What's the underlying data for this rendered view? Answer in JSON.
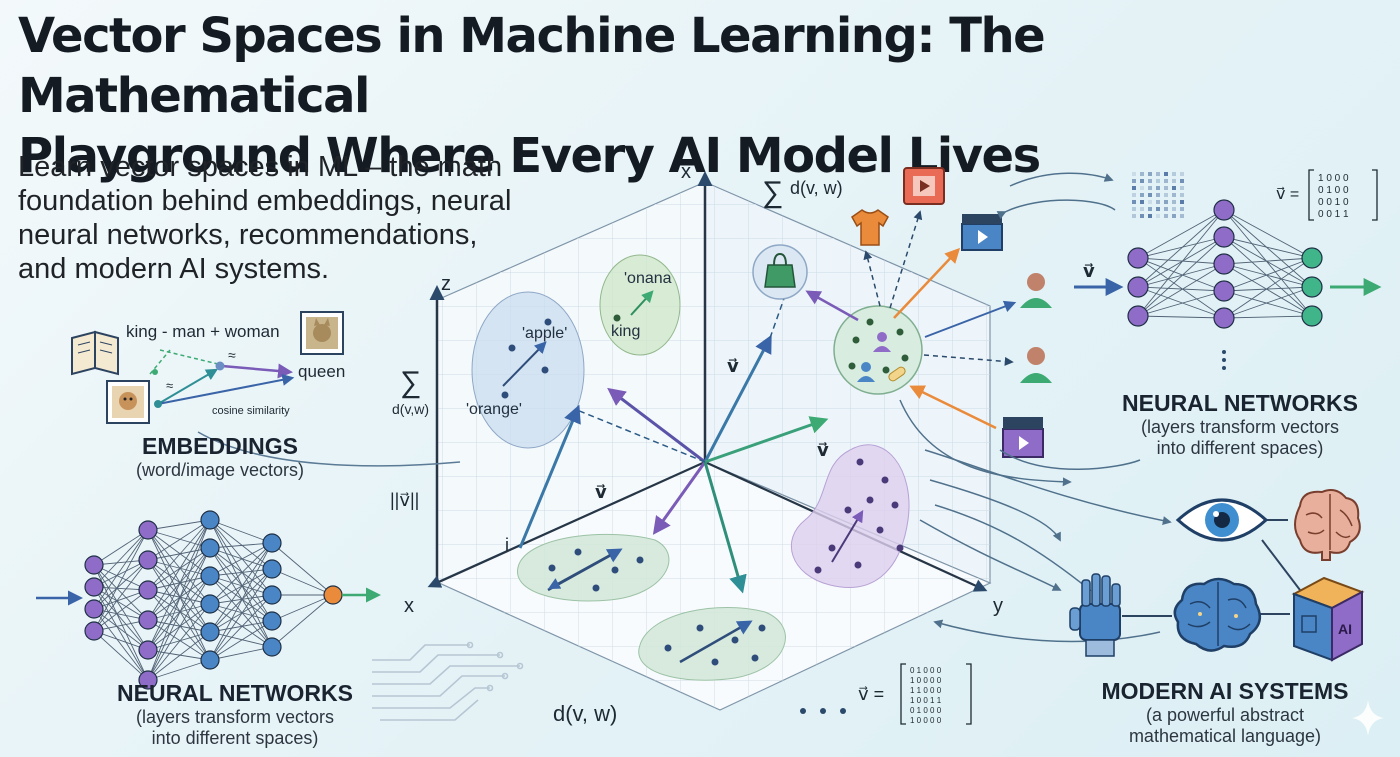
{
  "title": [
    "Vector Spaces in Machine Learning: The Mathematical",
    "Playground Where Every AI Model Lives"
  ],
  "subtitle": [
    "Learn vector spaces in ML – the math",
    "foundation behind embeddings, neural",
    "neural networks, recommendations,",
    "and modern AI systems."
  ],
  "sections": {
    "embeddings": {
      "heading": "EMBEDDINGS",
      "sub": "(word/image vectors)"
    },
    "neural_left": {
      "heading": "NEURAL NETWORKS",
      "sub": [
        "(layers transform vectors",
        "into different spaces)"
      ]
    },
    "neural_right": {
      "heading": "NEURAL NETWORKS",
      "sub": [
        "(layers transform vectors",
        "into different spaces)"
      ]
    },
    "modern_ai": {
      "heading": "MODERN AI SYSTEMS",
      "sub": [
        "(a powerful abstract",
        "mathematical language)"
      ]
    }
  },
  "embedding_labels": {
    "analogy": "king - man + woman",
    "result": "queen",
    "approx": "≈",
    "cosine": "cosine similarity"
  },
  "axes": {
    "x_top": "x",
    "x_left": "x",
    "y": "y",
    "z": "z",
    "i": "i"
  },
  "space_labels": {
    "apple": "'apple'",
    "orange": "'orange'",
    "onana": "'onana",
    "king": "king",
    "v": "v⃗",
    "norm": "||v⃗||",
    "sum_small": "d(v,w)",
    "sum_top": "d(v, w)",
    "dist_bottom": "d(v, w)",
    "vec_eq": "v⃗ ="
  },
  "matrix_top": [
    "1 0 0 0",
    "0 1 0 0",
    "0 0 1 0",
    "0 0 1 1"
  ],
  "matrix_bottom": [
    "0 1 0 0 0",
    "1 0 0 0 0",
    "1 1 0 0 0",
    "1 0 0 1 1",
    "0 1 0 0 0",
    "1 0 0 0 0"
  ],
  "colors": {
    "green": "#3daa74",
    "blue": "#3a64a8",
    "purple": "#7a5bb7",
    "teal": "#2f8f96",
    "orange": "#e98b3a",
    "node_purple": "#8f6cc7",
    "node_blue": "#4a86c5",
    "node_green": "#40b58a"
  },
  "icons": [
    "book-icon",
    "cat-photo-icon",
    "dog-photo-icon",
    "shopping-bag-icon",
    "tshirt-icon",
    "video-icon",
    "clapperboard-icon",
    "user-icon",
    "eye-icon",
    "brain-icon",
    "robot-hand-icon",
    "cube-icon",
    "circuit-icon",
    "sparkle-icon"
  ]
}
